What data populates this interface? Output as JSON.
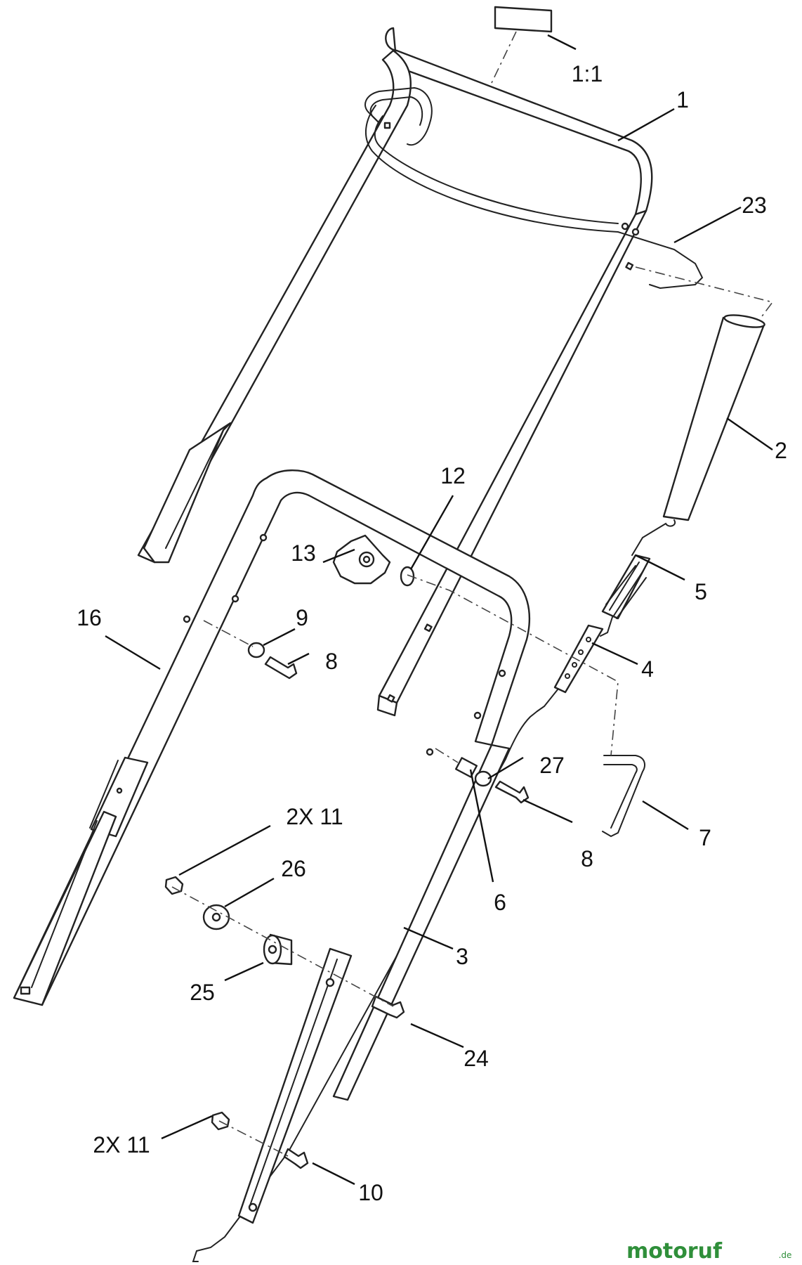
{
  "scale_label": "1:1",
  "callouts": [
    {
      "id": "c1",
      "text": "1"
    },
    {
      "id": "c2",
      "text": "2"
    },
    {
      "id": "c23",
      "text": "23"
    },
    {
      "id": "c12",
      "text": "12"
    },
    {
      "id": "c13",
      "text": "13"
    },
    {
      "id": "c5",
      "text": "5"
    },
    {
      "id": "c4",
      "text": "4"
    },
    {
      "id": "c16",
      "text": "16"
    },
    {
      "id": "c9",
      "text": "9"
    },
    {
      "id": "c8a",
      "text": "8"
    },
    {
      "id": "c27",
      "text": "27"
    },
    {
      "id": "c7",
      "text": "7"
    },
    {
      "id": "c2x11a",
      "text": "2X 11"
    },
    {
      "id": "c8b",
      "text": "8"
    },
    {
      "id": "c26",
      "text": "26"
    },
    {
      "id": "c6",
      "text": "6"
    },
    {
      "id": "c3",
      "text": "3"
    },
    {
      "id": "c25",
      "text": "25"
    },
    {
      "id": "c24",
      "text": "24"
    },
    {
      "id": "c2x11b",
      "text": "2X 11"
    },
    {
      "id": "c10",
      "text": "10"
    }
  ],
  "watermark": {
    "main": "motoruf",
    "suffix": ".de",
    "color_main": "#2f8f3a",
    "color_accent": "#e07b1a"
  }
}
